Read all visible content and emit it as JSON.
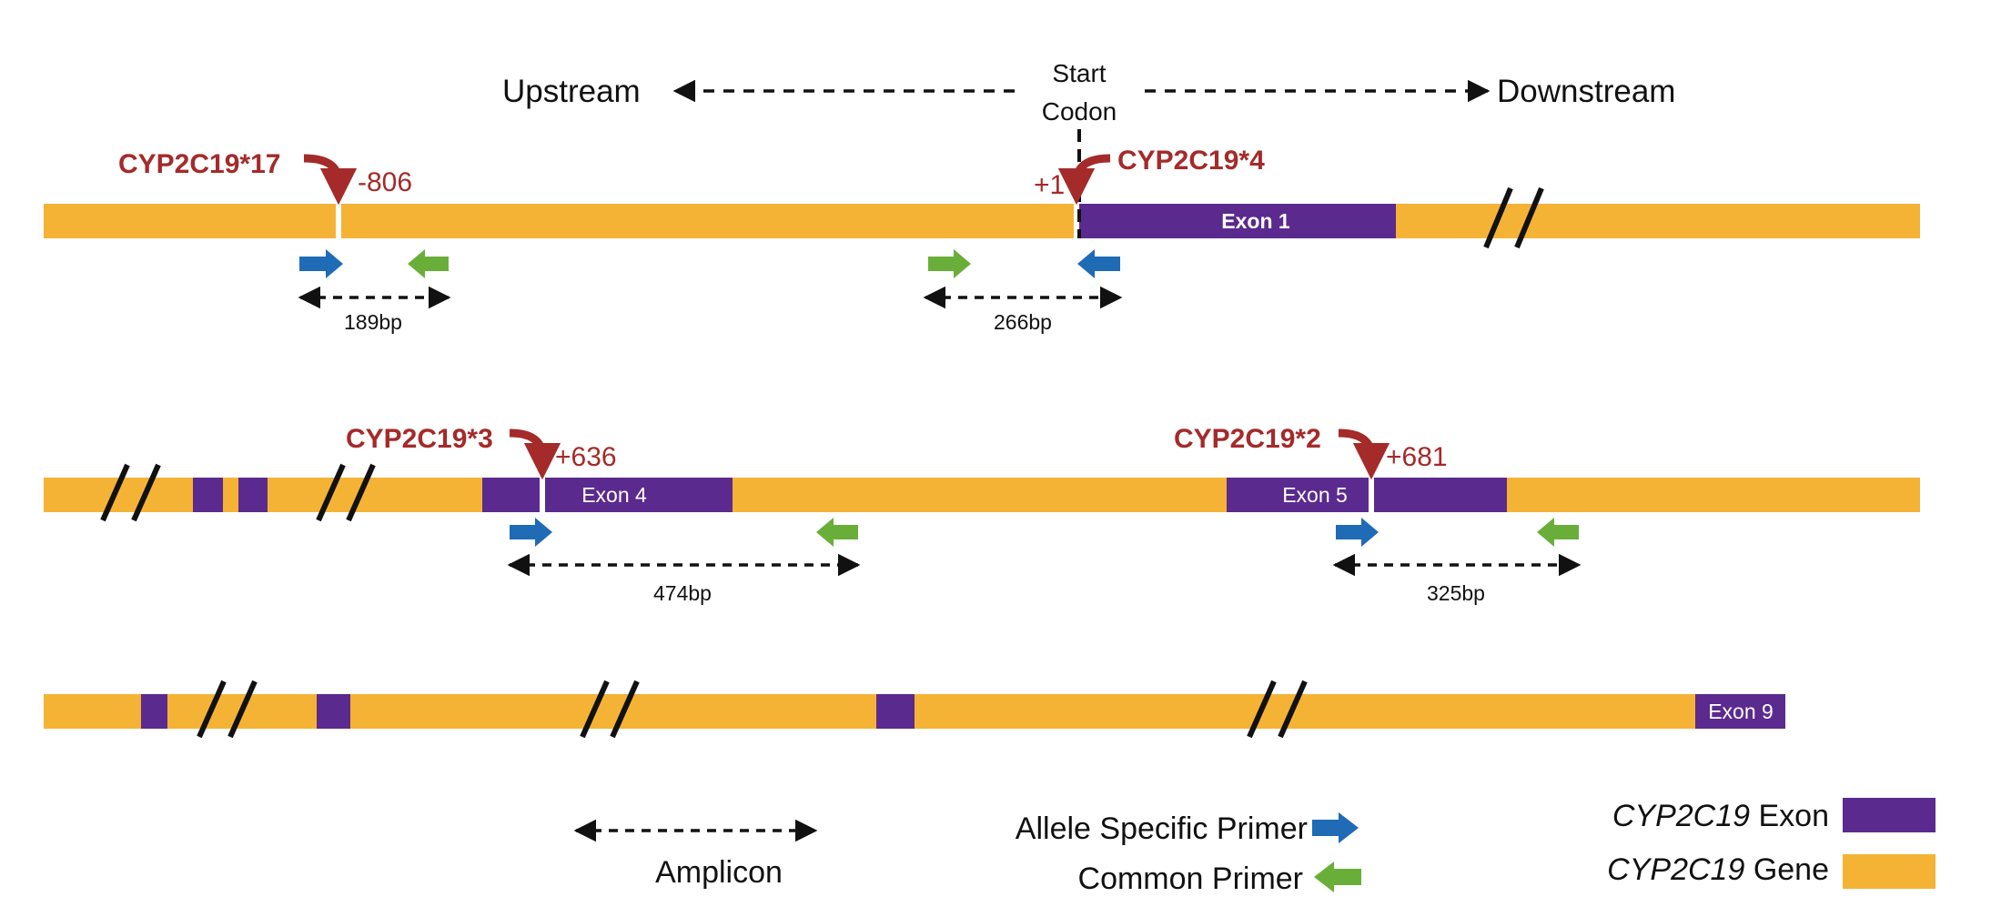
{
  "header": {
    "upstream": "Upstream",
    "downstream": "Downstream",
    "start_codon_line1": "Start",
    "start_codon_line2": "Codon"
  },
  "row1": {
    "snp_left_label": "CYP2C19*17",
    "snp_left_pos": "-806",
    "snp_right_label": "CYP2C19*4",
    "snp_right_pos": "+1",
    "exon_label": "Exon 1",
    "amplicon_left": "189bp",
    "amplicon_right": "266bp"
  },
  "row2": {
    "snp_left_label": "CYP2C19*3",
    "snp_left_pos": "+636",
    "snp_right_label": "CYP2C19*2",
    "snp_right_pos": "+681",
    "exon4_label": "Exon 4",
    "exon5_label": "Exon 5",
    "amplicon_left": "474bp",
    "amplicon_right": "325bp"
  },
  "row3": {
    "exon_label": "Exon 9"
  },
  "legend": {
    "amplicon": "Amplicon",
    "allele_primer": "Allele Specific Primer",
    "common_primer": "Common Primer",
    "exon_italic": "CYP2C19",
    "exon_rest": " Exon",
    "gene_italic": "CYP2C19",
    "gene_rest": " Gene"
  },
  "colors": {
    "gene": "#f5b335",
    "exon": "#5b2a8e",
    "allele_primer": "#1f6bb5",
    "common_primer": "#6aae3a",
    "snp": "#a52a2a"
  }
}
